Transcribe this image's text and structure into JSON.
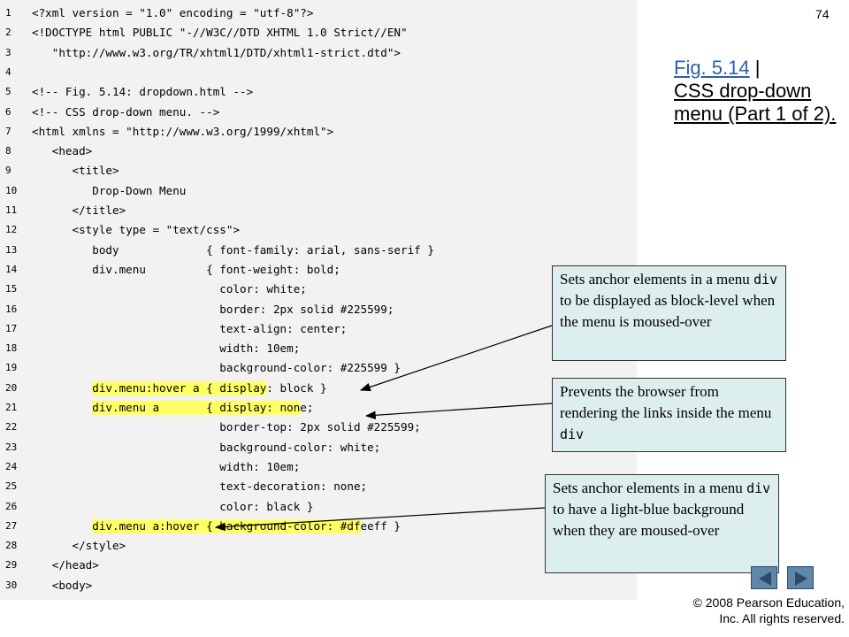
{
  "slide_number": "74",
  "figure": {
    "link_text": "Fig. 5.14",
    "separator": " |",
    "caption": "CSS drop-down menu (Part 1 of 2)."
  },
  "code_lines": [
    {
      "n": "1",
      "text": "<?xml version = \"1.0\" encoding = \"utf-8\"?>"
    },
    {
      "n": "2",
      "text": "<!DOCTYPE html PUBLIC \"-//W3C//DTD XHTML 1.0 Strict//EN\""
    },
    {
      "n": "3",
      "text": "   \"http://www.w3.org/TR/xhtml1/DTD/xhtml1-strict.dtd\">"
    },
    {
      "n": "4",
      "text": ""
    },
    {
      "n": "5",
      "text": "<!-- Fig. 5.14: dropdown.html -->"
    },
    {
      "n": "6",
      "text": "<!-- CSS drop-down menu. -->"
    },
    {
      "n": "7",
      "text": "<html xmlns = \"http://www.w3.org/1999/xhtml\">"
    },
    {
      "n": "8",
      "text": "   <head>"
    },
    {
      "n": "9",
      "text": "      <title>"
    },
    {
      "n": "10",
      "text": "         Drop-Down Menu"
    },
    {
      "n": "11",
      "text": "      </title>"
    },
    {
      "n": "12",
      "text": "      <style type = \"text/css\">"
    },
    {
      "n": "13",
      "text": "         body             { font-family: arial, sans-serif }"
    },
    {
      "n": "14",
      "text": "         div.menu         { font-weight: bold;"
    },
    {
      "n": "15",
      "text": "                            color: white;"
    },
    {
      "n": "16",
      "text": "                            border: 2px solid #225599;"
    },
    {
      "n": "17",
      "text": "                            text-align: center;"
    },
    {
      "n": "18",
      "text": "                            width: 10em;"
    },
    {
      "n": "19",
      "text": "                            background-color: #225599 }"
    },
    {
      "n": "20",
      "text": "         div.menu:hover a { display: block }"
    },
    {
      "n": "21",
      "text": "         div.menu a       { display: none;"
    },
    {
      "n": "22",
      "text": "                            border-top: 2px solid #225599;"
    },
    {
      "n": "23",
      "text": "                            background-color: white;"
    },
    {
      "n": "24",
      "text": "                            width: 10em;"
    },
    {
      "n": "25",
      "text": "                            text-decoration: none;"
    },
    {
      "n": "26",
      "text": "                            color: black }"
    },
    {
      "n": "27",
      "text": "         div.menu a:hover { background-color: #dfeeff }"
    },
    {
      "n": "28",
      "text": "      </style>"
    },
    {
      "n": "29",
      "text": "   </head>"
    },
    {
      "n": "30",
      "text": "   <body>"
    }
  ],
  "callouts": [
    {
      "before": "Sets anchor elements in a menu ",
      "mono": "div",
      "after": " to be displayed as block-level when the menu is moused-over"
    },
    {
      "before": "Prevents the browser from rendering the links inside the menu ",
      "mono": "div",
      "after": ""
    },
    {
      "before": "Sets anchor elements in a menu ",
      "mono": "div",
      "after": " to have a light-blue background when they are moused-over"
    }
  ],
  "colors": {
    "highlight": "#ffff66",
    "string": "#cc0000",
    "callout_bg": "#ddeeee",
    "nav": "#5f87aa",
    "link": "#2e5faa"
  },
  "nav": {
    "prev_icon": "triangle-left-icon",
    "next_icon": "triangle-right-icon"
  },
  "copyright": {
    "line1": "© 2008 Pearson Education,",
    "line2": "Inc.  All rights reserved."
  }
}
